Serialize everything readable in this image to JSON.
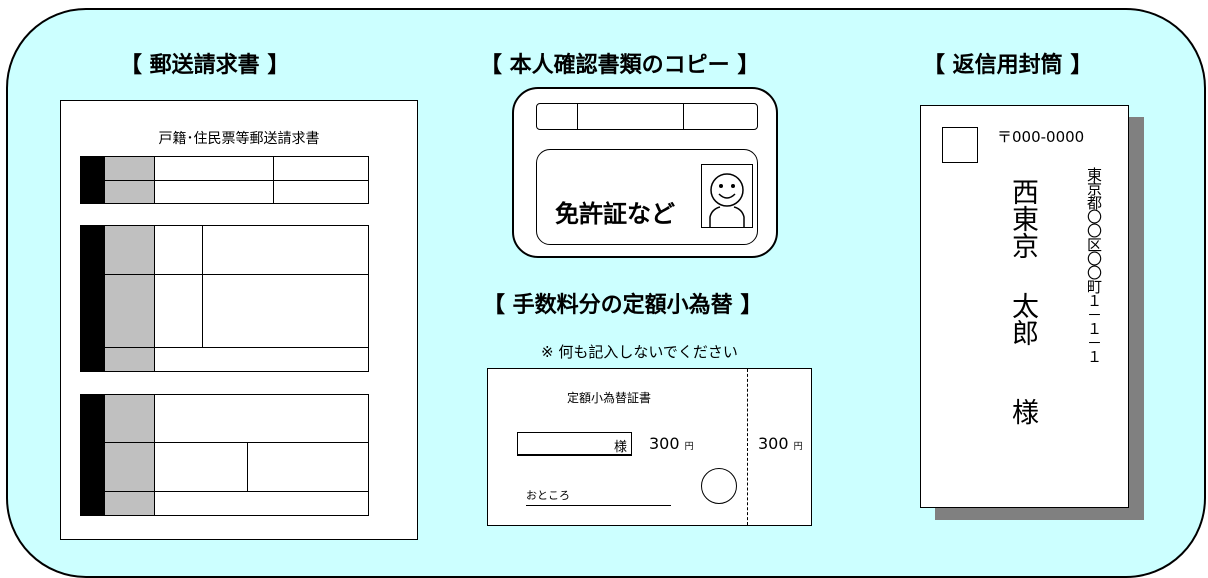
{
  "sections": {
    "request": {
      "title": "【 郵送請求書 】",
      "form_title": "戸籍･住民票等郵送請求書"
    },
    "id_copy": {
      "title": "【 本人確認書類のコピー 】",
      "card_label": "免許証など"
    },
    "money_order": {
      "title": "【 手数料分の定額小為替 】",
      "note": "※ 何も記入しないでください",
      "header": "定額小為替証書",
      "sama": "様",
      "amount_main": "300",
      "amount_stub": "300",
      "yen": "円",
      "address_label": "おところ"
    },
    "envelope": {
      "title": "【 返信用封筒 】",
      "postal_code": "〒000-0000",
      "name_surname": "西東京",
      "name_given": "太郎",
      "honorific": "様",
      "address": "東京都〇〇区〇〇町１－１－１"
    }
  }
}
